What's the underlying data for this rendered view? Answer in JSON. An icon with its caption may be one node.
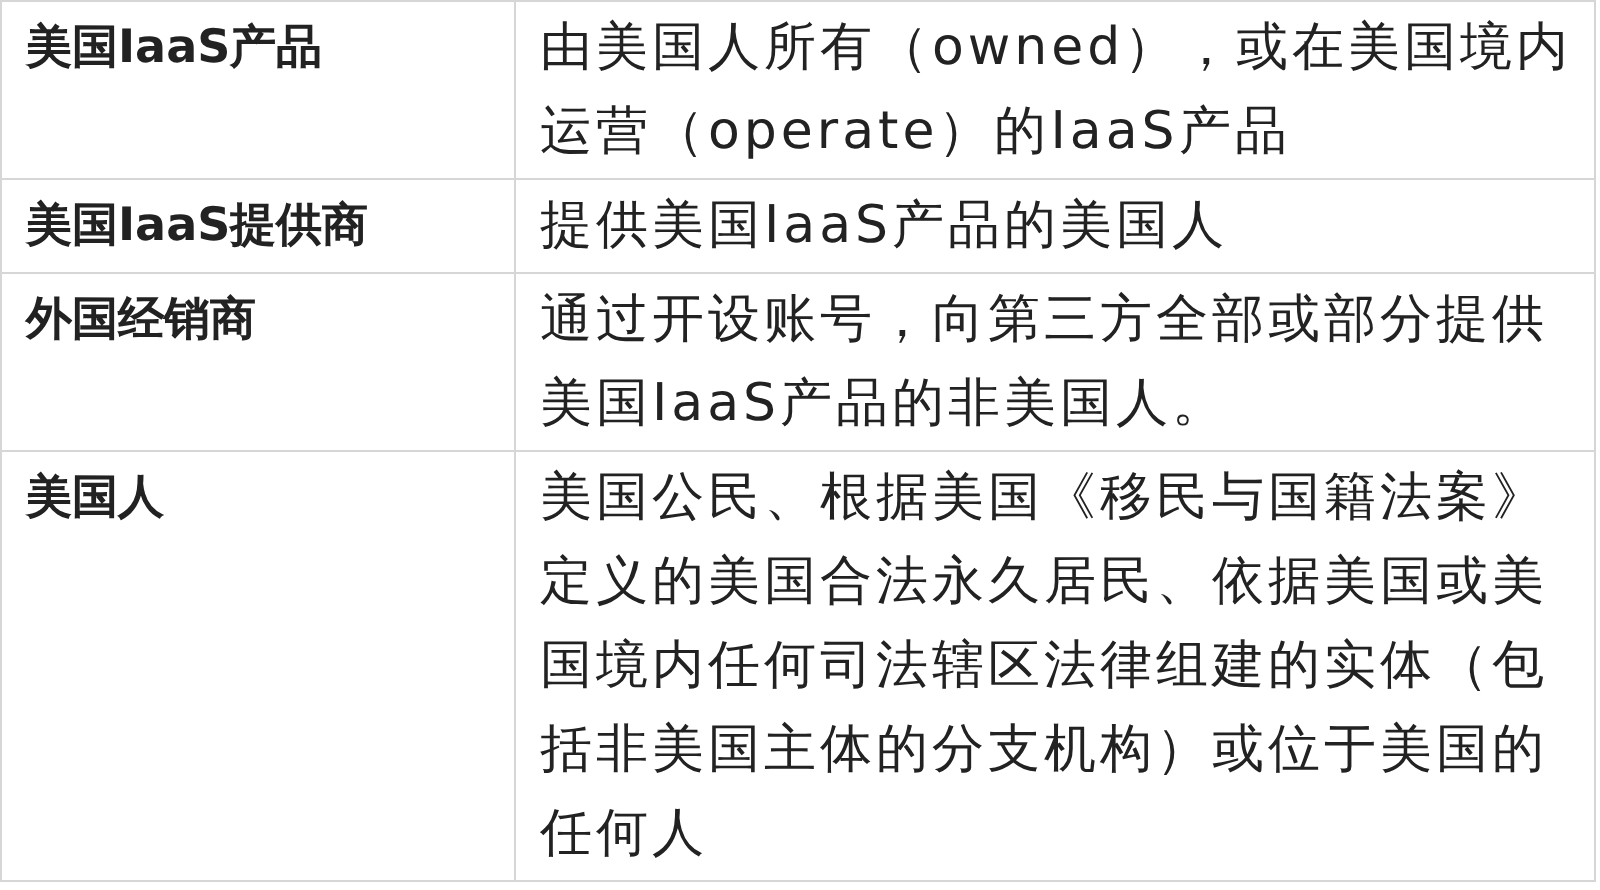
{
  "diagram": {
    "labels": [
      "美国IaaS产品",
      "由美国人所有（owned），或在美国境内运营（operate）的IaaS产品",
      "美国IaaS提供商",
      "提供美国IaaS产品的美国人",
      "外国经销商",
      "通过开设账号，向第三方全部或部分提供美国IaaS产品的非美国人。",
      "美国人",
      "美国公民、根据美国《移民与国籍法案》定义的美国合法永久居民、依据美国或美国境内任何司法辖区法律组建的实体（包括非美国主体的分支机构）或位于美国的任何人"
    ]
  }
}
